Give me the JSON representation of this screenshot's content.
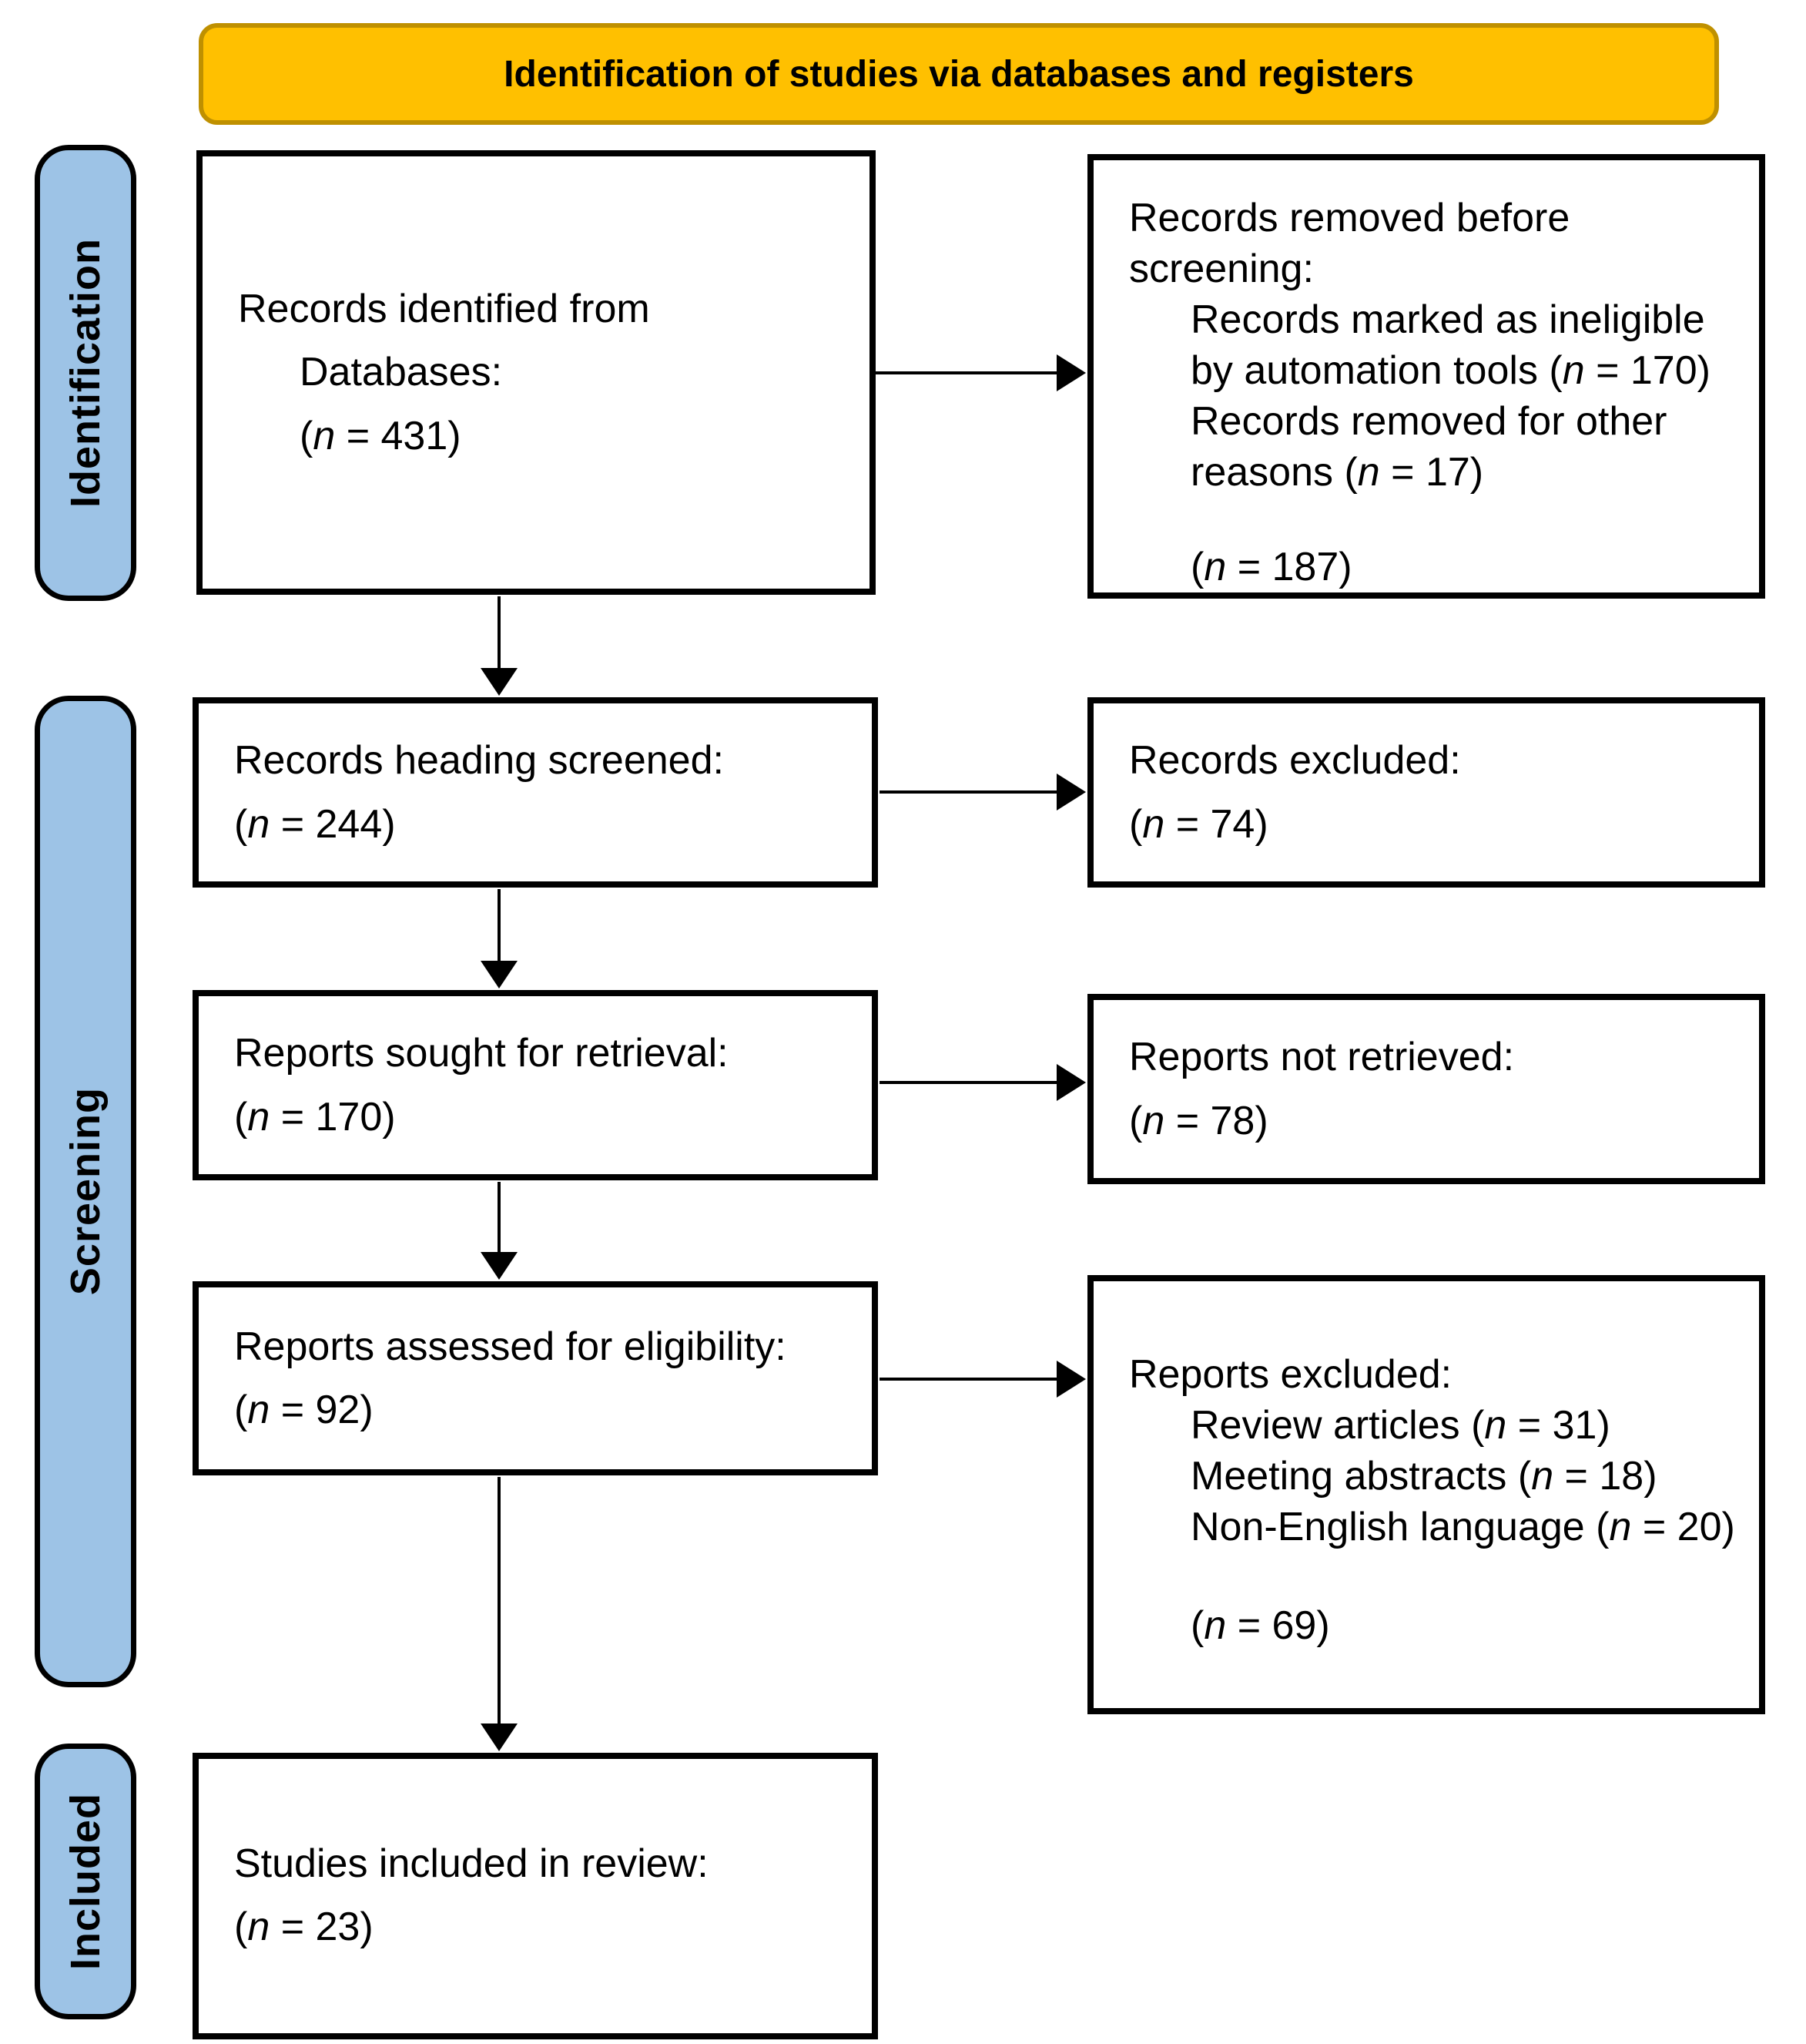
{
  "banner": {
    "title": "Identification of studies via databases and registers"
  },
  "stages": {
    "identification": "Identification",
    "screening": "Screening",
    "included": "Included"
  },
  "boxes": {
    "identified": {
      "l1": "Records identified from",
      "l2": "Databases:",
      "n_pre": "(",
      "n_var": "n",
      "n_post": " = 431)"
    },
    "removed": {
      "t1": "Records removed before",
      "t2": "screening:",
      "i1a": "Records marked as ineligible",
      "i1b_pre": "by automation tools (",
      "i1b_var": "n",
      "i1b_post": " = 170)",
      "i2a": "Records removed for other",
      "i2b_pre": "reasons (",
      "i2b_var": "n",
      "i2b_post": " = 17)",
      "tot_pre": "(",
      "tot_var": "n",
      "tot_post": " = 187)"
    },
    "screened": {
      "l1": "Records heading screened:",
      "n_pre": "(",
      "n_var": "n",
      "n_post": " = 244)"
    },
    "excluded": {
      "l1": "Records excluded:",
      "n_pre": "(",
      "n_var": "n",
      "n_post": " = 74)"
    },
    "sought": {
      "l1": "Reports sought for retrieval:",
      "n_pre": "(",
      "n_var": "n",
      "n_post": " = 170)"
    },
    "not_retrieved": {
      "l1": "Reports not retrieved:",
      "n_pre": "(",
      "n_var": "n",
      "n_post": " = 78)"
    },
    "assessed": {
      "l1": "Reports assessed for eligibility:",
      "n_pre": "(",
      "n_var": "n",
      "n_post": " = 92)"
    },
    "reports_excluded": {
      "l1": "Reports excluded:",
      "i1_pre": "Review articles (",
      "i1_var": "n",
      "i1_post": " = 31)",
      "i2_pre": "Meeting abstracts (",
      "i2_var": "n",
      "i2_post": " = 18)",
      "i3_pre": "Non-English language (",
      "i3_var": "n",
      "i3_post": " = 20)",
      "tot_pre": "(",
      "tot_var": "n",
      "tot_post": " = 69)"
    },
    "included_review": {
      "l1": "Studies included in review:",
      "n_pre": "(",
      "n_var": "n",
      "n_post": " = 23)"
    }
  },
  "colors": {
    "banner_fill": "#FFC000",
    "banner_border": "#BF9000",
    "stage_fill": "#9DC3E6",
    "box_border": "#000000",
    "arrow": "#000000"
  }
}
